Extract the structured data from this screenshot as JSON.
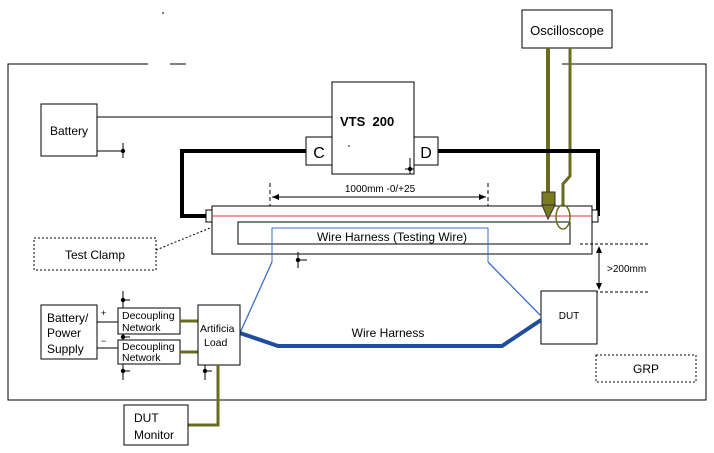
{
  "labels": {
    "oscilloscope": "Oscilloscope",
    "battery": "Battery",
    "vts": "VTS  200",
    "c": "C",
    "d": "D",
    "dimension": "1000mm -0/+25",
    "wire_harness_testing": "Wire Harness (Testing Wire)",
    "test_clamp": "Test Clamp",
    "height": ">200mm",
    "battery_power_1": "Battery/",
    "battery_power_2": "Power",
    "battery_power_3": "Supply",
    "plus": "+",
    "minus": "−",
    "decoupling_1": "Decoupling",
    "network_1": "Network",
    "decoupling_2": "Decoupling",
    "network_2": "Network",
    "artificial_1": "Artificia",
    "artificial_2": "Load",
    "wire_harness": "Wire Harness",
    "dut": "DUT",
    "grp": "GRP",
    "dut_monitor_1": "DUT",
    "dut_monitor_2": "Monitor"
  },
  "colors": {
    "olive_cable": "#6b6b1f",
    "probe_fill": "#7a7a20",
    "harness_blue": "#1f4e9e",
    "thin_blue": "#3a6fc4",
    "red_wire": "#e03030",
    "loop_black": "#000000"
  }
}
